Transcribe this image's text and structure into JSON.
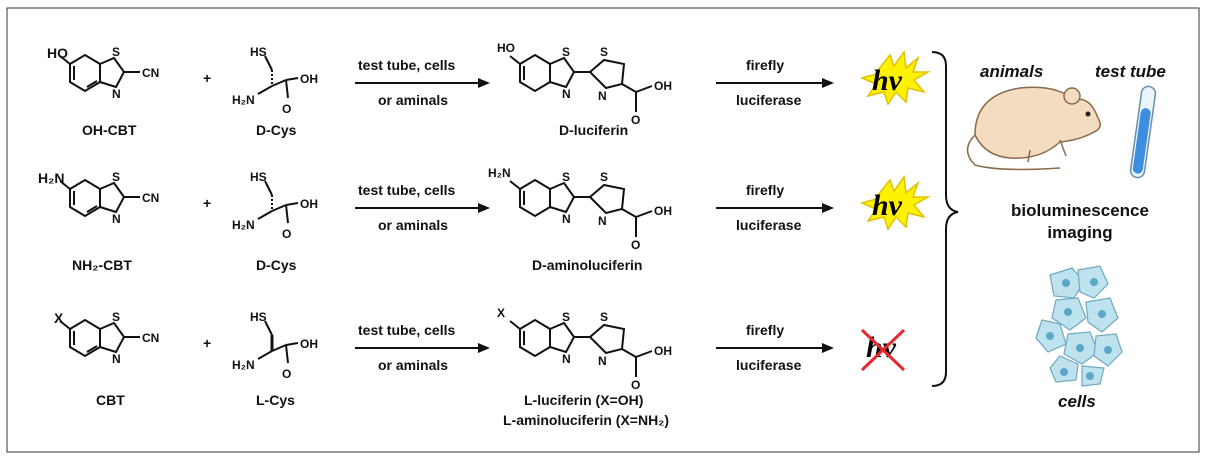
{
  "rows": [
    {
      "substituent": "HO",
      "reagent_name": "OH-CBT",
      "cys_name": "D-Cys",
      "product_name": "D-luciferin",
      "product_line2": "",
      "emits_light": true
    },
    {
      "substituent": "H₂N",
      "reagent_name": "NH₂-CBT",
      "cys_name": "D-Cys",
      "product_name": "D-aminoluciferin",
      "product_line2": "",
      "emits_light": true
    },
    {
      "substituent": "X",
      "reagent_name": "CBT",
      "cys_name": "L-Cys",
      "product_name": "L-luciferin (X=OH)",
      "product_line2": "L-aminoluciferin (X=NH₂)",
      "emits_light": false
    }
  ],
  "plus": "+",
  "condition_top": "test tube, cells",
  "condition_bottom": "or aminals",
  "enzyme_top": "firefly",
  "enzyme_bottom": "luciferase",
  "light_symbol": "hv",
  "atoms": {
    "S": "S",
    "N": "N",
    "CN": "CN",
    "SH": "HS",
    "NH2": "H₂N",
    "OH": "OH",
    "O": "O"
  },
  "imaging": {
    "animals": "animals",
    "test_tube": "test tube",
    "method_line1": "bioluminescence",
    "method_line2": "imaging",
    "cells": "cells"
  },
  "colors": {
    "burst_fill": "#fff200",
    "burst_stroke": "#e0c000",
    "cross": "#e8282c",
    "mouse_fill": "#f3dcc0",
    "mouse_stroke": "#8a6a4a",
    "tube_fill": "#3d8ee0",
    "cell_fill": "#bfe3ee",
    "cell_nucleus": "#5aa7c7"
  }
}
